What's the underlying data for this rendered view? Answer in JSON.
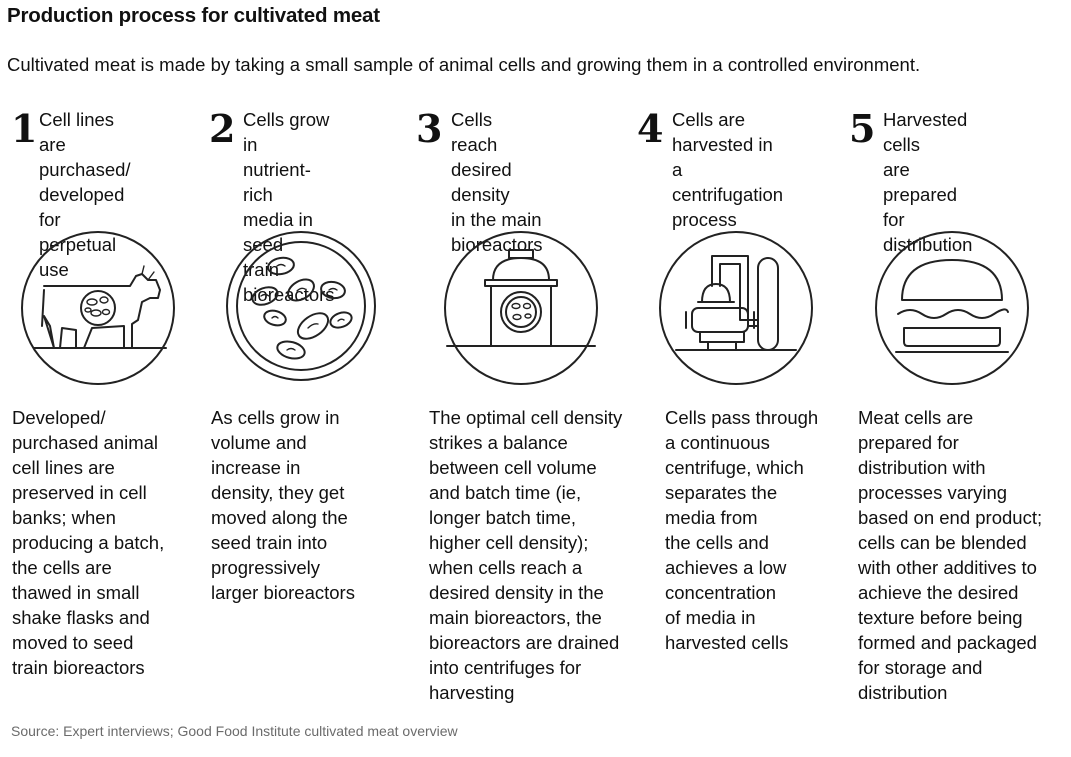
{
  "title": "Production process for cultivated meat",
  "subtitle": "Cultivated meat is made by taking a small sample of animal cells and growing them in a controlled environment.",
  "steps": [
    {
      "number": "1",
      "title": "Cell lines are\npurchased/\ndeveloped for\nperpetual use",
      "icon": "cow-icon",
      "description": "Developed/\npurchased animal\ncell lines are\npreserved in cell\nbanks; when\nproducing a batch,\nthe cells are\nthawed in small\nshake flasks and\nmoved to seed\ntrain bioreactors"
    },
    {
      "number": "2",
      "title": "Cells grow in\nnutrient-rich\nmedia in seed\ntrain bioreactors",
      "icon": "cells-dish-icon",
      "description": "As cells grow in\nvolume and\nincrease in\ndensity, they get\nmoved along the\nseed train into\nprogressively\nlarger bioreactors"
    },
    {
      "number": "3",
      "title": "Cells reach\ndesired density\nin the main\nbioreactors",
      "icon": "bioreactor-icon",
      "description": "The optimal cell density\nstrikes a balance\nbetween cell volume\nand batch time (ie,\nlonger batch time,\nhigher cell density);\nwhen cells reach a\ndesired density in the\nmain bioreactors, the\nbioreactors are drained\ninto centrifuges for\nharvesting"
    },
    {
      "number": "4",
      "title": "Cells are\nharvested in a\ncentrifugation\nprocess",
      "icon": "centrifuge-icon",
      "description": "Cells pass through\na continuous\ncentrifuge, which\nseparates the\nmedia from\nthe cells and\nachieves a low\nconcentration\nof media in\nharvested cells"
    },
    {
      "number": "5",
      "title": "Harvested cells\nare prepared for\ndistribution",
      "icon": "burger-icon",
      "description": "Meat cells are\nprepared for\ndistribution with\nprocesses varying\nbased on end product;\ncells can be blended\nwith other additives to\nachieve the desired\ntexture before being\nformed and packaged\nfor storage and\ndistribution"
    }
  ],
  "source": "Source: Expert interviews; Good Food Institute cultivated meat overview"
}
